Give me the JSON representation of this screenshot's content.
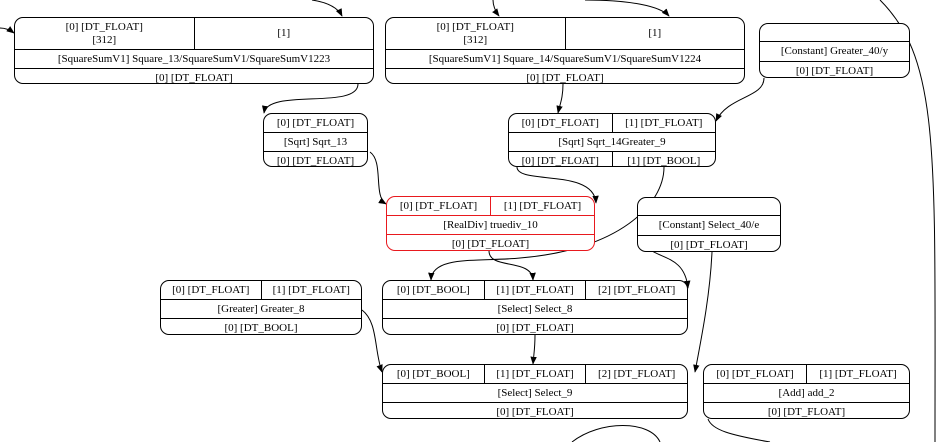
{
  "nodes": [
    {
      "id": "sqsum13",
      "title": "[SquareSumV1] Square_13/SquareSumV1/SquareSumV1223",
      "inputs": [
        "[0] [DT_FLOAT]\n[312]",
        "[1]"
      ],
      "outputs": [
        "[0] [DT_FLOAT]"
      ]
    },
    {
      "id": "sqsum14",
      "title": "[SquareSumV1] Square_14/SquareSumV1/SquareSumV1224",
      "inputs": [
        "[0] [DT_FLOAT]\n[312]",
        "[1]"
      ],
      "outputs": [
        "[0] [DT_FLOAT]"
      ]
    },
    {
      "id": "const_greater40",
      "title": "[Constant] Greater_40/y",
      "inputs": [
        ""
      ],
      "outputs": [
        "[0] [DT_FLOAT]"
      ]
    },
    {
      "id": "sqrt13",
      "title": "[Sqrt] Sqrt_13",
      "inputs": [
        "[0] [DT_FLOAT]"
      ],
      "outputs": [
        "[0] [DT_FLOAT]"
      ]
    },
    {
      "id": "sqrt14",
      "title": "[Sqrt] Sqrt_14Greater_9",
      "inputs": [
        "[0] [DT_FLOAT]",
        "[1] [DT_FLOAT]"
      ],
      "outputs": [
        "[0] [DT_FLOAT]",
        "[1] [DT_BOOL]"
      ]
    },
    {
      "id": "truediv10",
      "title": "[RealDiv] truediv_10",
      "highlight": true,
      "inputs": [
        "[0] [DT_FLOAT]",
        "[1] [DT_FLOAT]"
      ],
      "outputs": [
        "[0] [DT_FLOAT]"
      ]
    },
    {
      "id": "const_select40",
      "title": "[Constant] Select_40/e",
      "inputs": [
        ""
      ],
      "outputs": [
        "[0] [DT_FLOAT]"
      ]
    },
    {
      "id": "greater8",
      "title": "[Greater] Greater_8",
      "inputs": [
        "[0] [DT_FLOAT]",
        "[1] [DT_FLOAT]"
      ],
      "outputs": [
        "[0] [DT_BOOL]"
      ]
    },
    {
      "id": "select8",
      "title": "[Select] Select_8",
      "inputs": [
        "[0] [DT_BOOL]",
        "[1] [DT_FLOAT]",
        "[2] [DT_FLOAT]"
      ],
      "outputs": [
        "[0] [DT_FLOAT]"
      ]
    },
    {
      "id": "select9",
      "title": "[Select] Select_9",
      "inputs": [
        "[0] [DT_BOOL]",
        "[1] [DT_FLOAT]",
        "[2] [DT_FLOAT]"
      ],
      "outputs": [
        "[0] [DT_FLOAT]"
      ]
    },
    {
      "id": "add2",
      "title": "[Add] add_2",
      "inputs": [
        "[0] [DT_FLOAT]",
        "[1] [DT_FLOAT]"
      ],
      "outputs": [
        "[0] [DT_FLOAT]"
      ]
    }
  ],
  "edges": [
    {
      "from": "sqsum13",
      "to": "sqrt13"
    },
    {
      "from": "sqsum14",
      "to": "sqrt14"
    },
    {
      "from": "const_greater40",
      "to": "sqrt14"
    },
    {
      "from": "sqrt13",
      "to": "truediv10"
    },
    {
      "from": "sqrt14",
      "to": "truediv10"
    },
    {
      "from": "sqrt14",
      "to": "select8"
    },
    {
      "from": "truediv10",
      "to": "select8"
    },
    {
      "from": "const_select40",
      "to": "select8"
    },
    {
      "from": "const_select40",
      "to": "select9"
    },
    {
      "from": "greater8",
      "to": "select9"
    },
    {
      "from": "select8",
      "to": "select9"
    }
  ]
}
